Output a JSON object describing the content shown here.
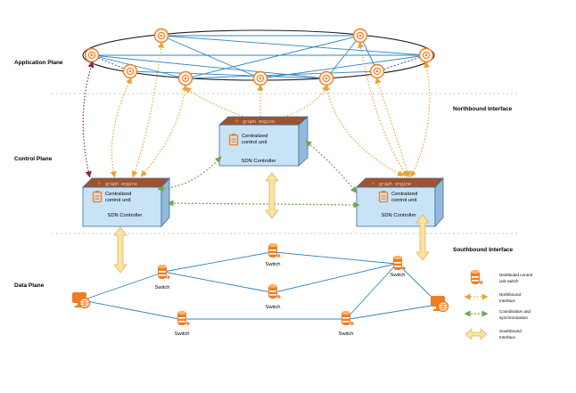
{
  "planes": {
    "application": "Application Plane",
    "control": "Control Plane",
    "data": "Data Plane"
  },
  "interfaces": {
    "northbound": "Northbound Interface",
    "southbound": "Southbound Interface"
  },
  "controllers": {
    "central": {
      "name": "SDN Controller",
      "unit_line1": "Centralized",
      "unit_line2": "control unit",
      "engine": "graph engine"
    },
    "left": {
      "name": "SDN Controller",
      "unit_line1": "Centralized",
      "unit_line2": "control unit",
      "engine": "graph engine"
    },
    "right": {
      "name": "SDN Controller",
      "unit_line1": "Centralized",
      "unit_line2": "control unit",
      "engine": "graph engine"
    }
  },
  "switches": {
    "s1": "Switch",
    "s2": "Switch",
    "s3": "Switch",
    "s4": "Switch",
    "s5": "Switch",
    "s6": "Switch"
  },
  "legend": {
    "distributed_line1": "Distributed control",
    "distributed_line2": "unit switch",
    "northbound_line1": "Northbound",
    "northbound_line2": "Interface",
    "coordination_line1": "Coordination and",
    "coordination_line2": "synchronization",
    "southbound_line1": "Southbound",
    "southbound_line2": "Interface"
  },
  "colors": {
    "orange": "#f07d21",
    "blue_link": "#2e86c1",
    "controller_front": "#c9e3f6",
    "controller_side": "#94b9da",
    "controller_top": "#a0522d",
    "northbound_arrow": "#e8a33a",
    "coordination_arrow": "#6aa84f",
    "southbound_arrow": "#fbe3a1",
    "app_dark_arrow": "#8e2456"
  },
  "icons": [
    "app-node-icon",
    "switch-icon",
    "host-computer-icon",
    "clipboard-icon",
    "star-icon"
  ]
}
